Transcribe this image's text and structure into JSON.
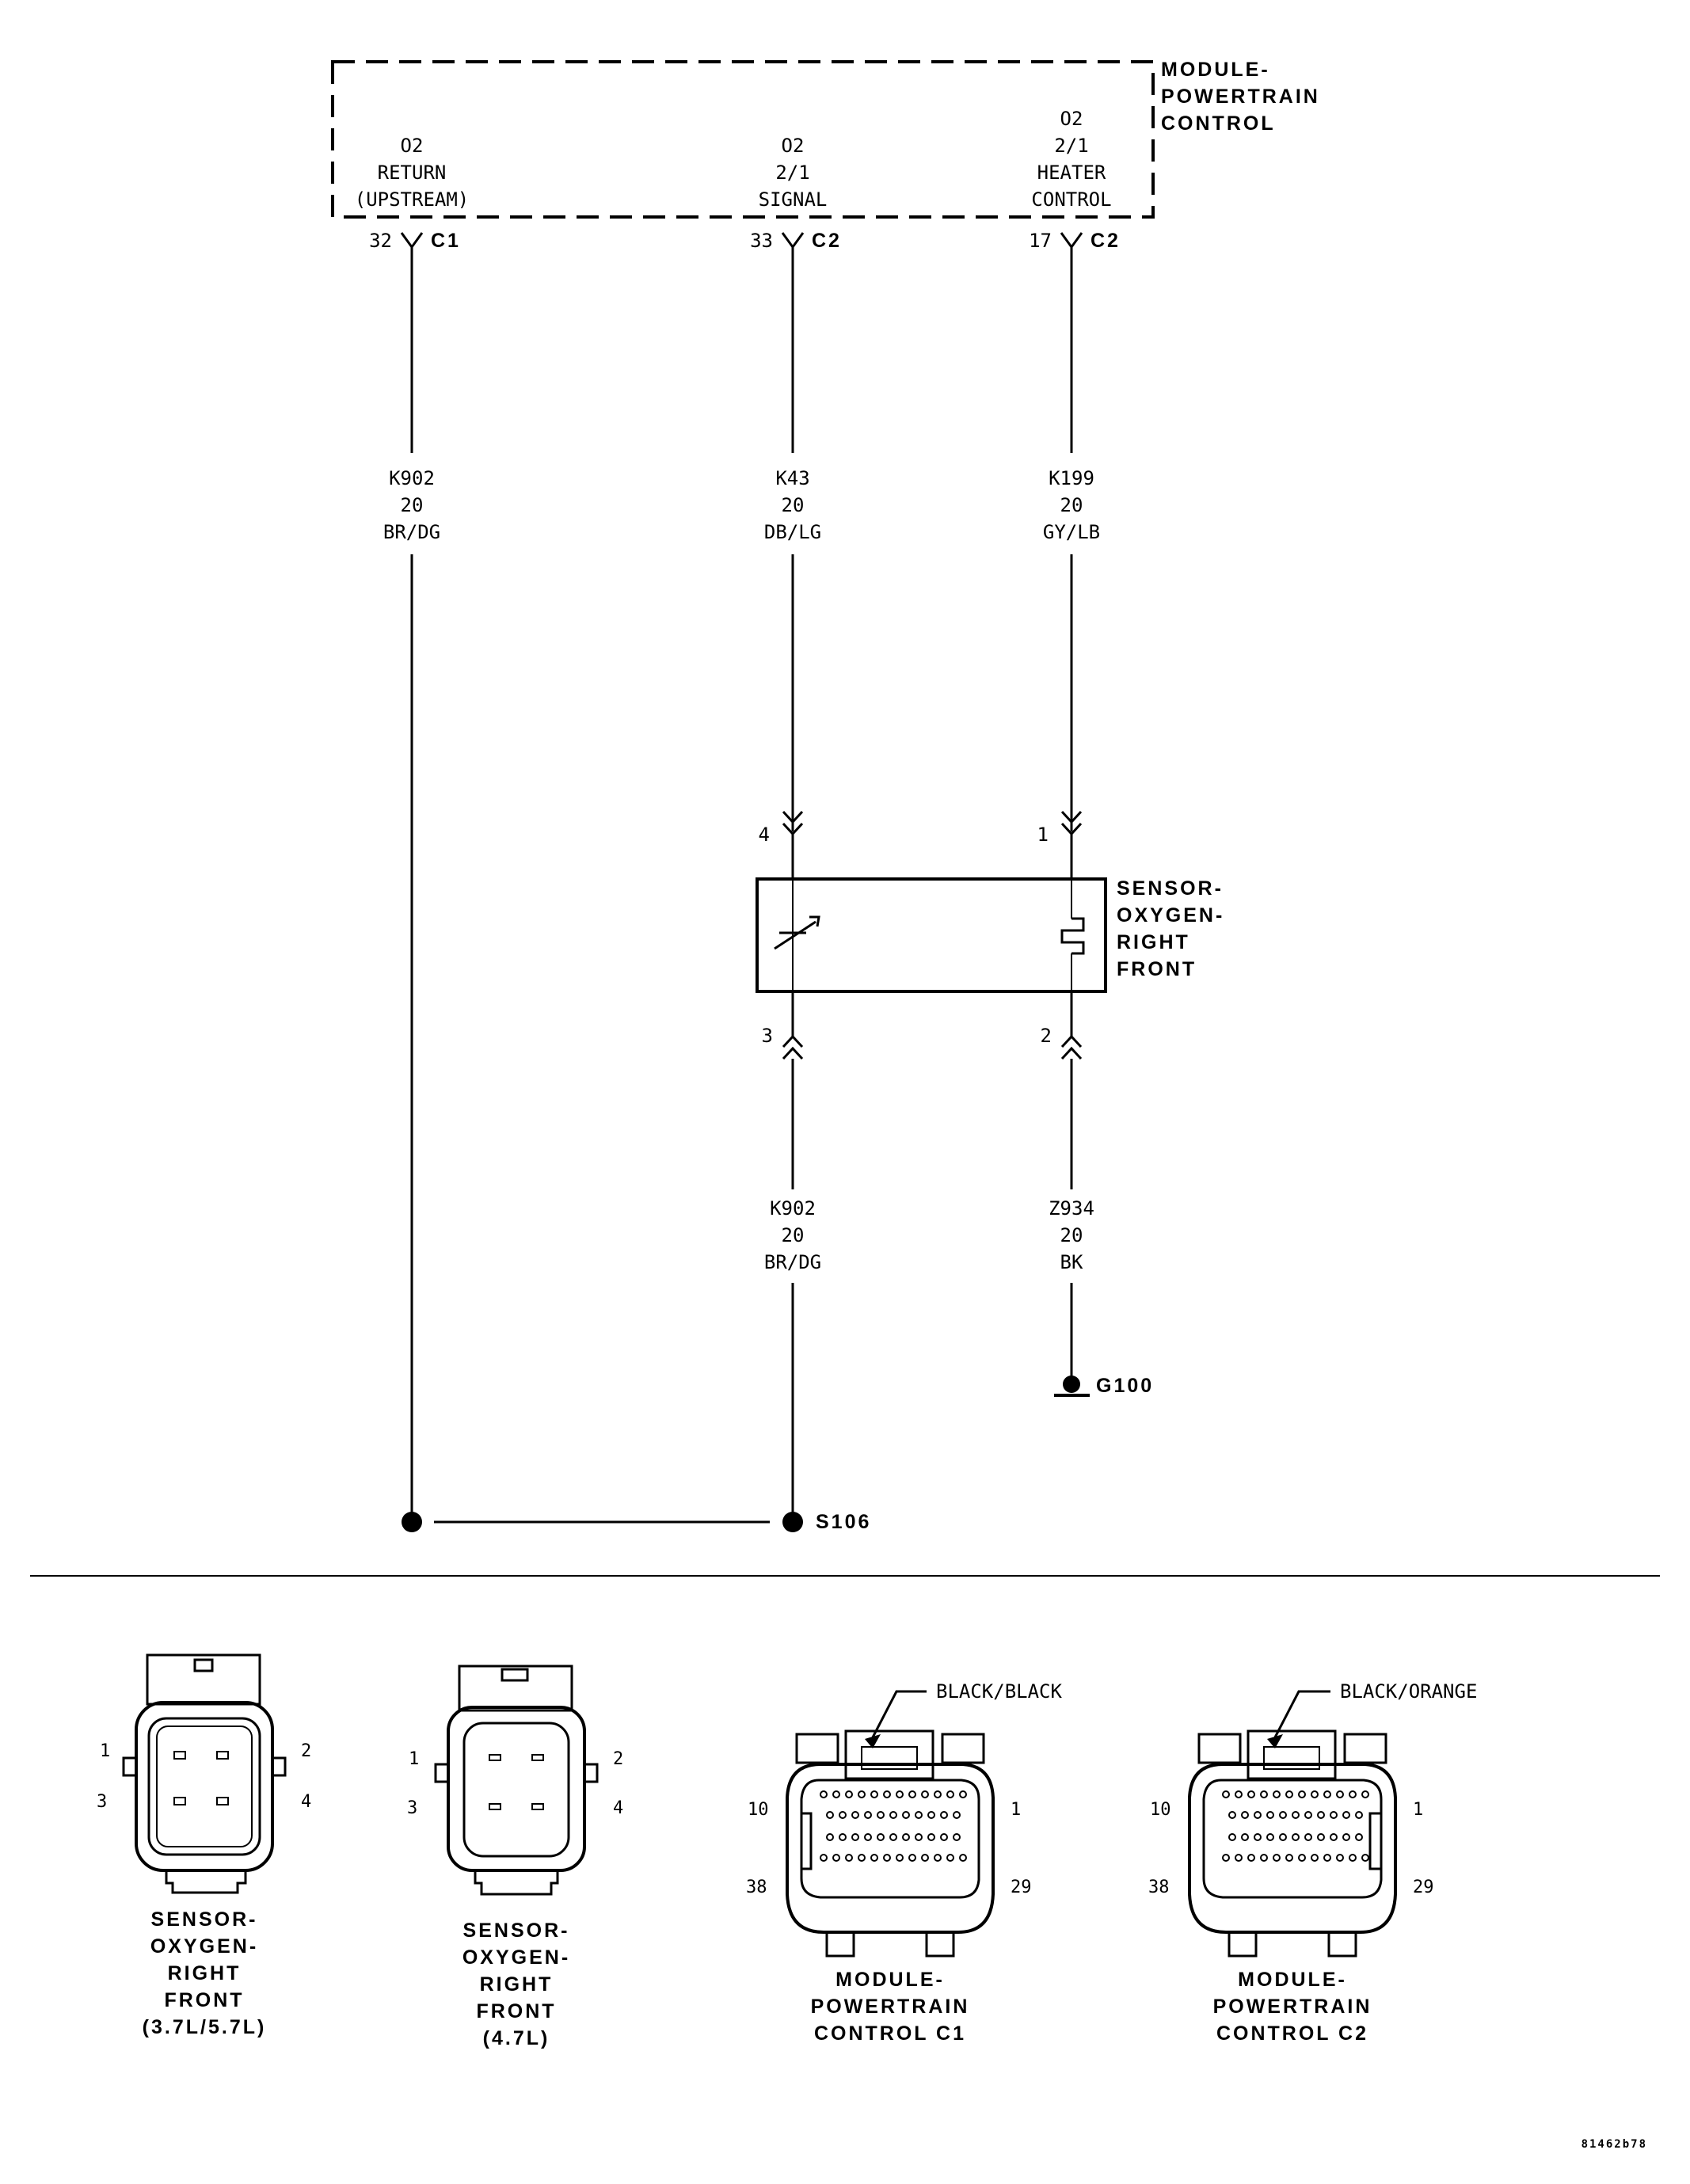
{
  "module": {
    "title_lines": [
      "MODULE-",
      "POWERTRAIN",
      "CONTROL"
    ],
    "pins": [
      {
        "lines": [
          "O2",
          "RETURN",
          "(UPSTREAM)"
        ],
        "cavity": "32",
        "connector": "C1"
      },
      {
        "lines": [
          "O2",
          "2/1",
          "SIGNAL"
        ],
        "cavity": "33",
        "connector": "C2"
      },
      {
        "lines": [
          "O2",
          "2/1",
          "HEATER",
          "CONTROL"
        ],
        "cavity": "17",
        "connector": "C2"
      }
    ]
  },
  "wires_upper": [
    {
      "lines": [
        "K902",
        "20",
        "BR/DG"
      ]
    },
    {
      "lines": [
        "K43",
        "20",
        "DB/LG"
      ]
    },
    {
      "lines": [
        "K199",
        "20",
        "GY/LB"
      ]
    }
  ],
  "sensor": {
    "title_lines": [
      "SENSOR-",
      "OXYGEN-",
      "RIGHT",
      "FRONT"
    ],
    "pins": {
      "signal_top": "4",
      "heater_top": "1",
      "signal_bottom": "3",
      "heater_bottom": "2"
    }
  },
  "wires_lower": [
    {
      "lines": [
        "K902",
        "20",
        "BR/DG"
      ]
    },
    {
      "lines": [
        "Z934",
        "20",
        "BK"
      ]
    }
  ],
  "ground": {
    "label": "G100"
  },
  "splice": {
    "label": "S106"
  },
  "connectors": [
    {
      "title_lines": [
        "SENSOR-",
        "OXYGEN-",
        "RIGHT",
        "FRONT",
        "(3.7L/5.7L)"
      ],
      "pins": [
        "1",
        "2",
        "3",
        "4"
      ]
    },
    {
      "title_lines": [
        "SENSOR-",
        "OXYGEN-",
        "RIGHT",
        "FRONT",
        "(4.7L)"
      ],
      "pins": [
        "1",
        "2",
        "3",
        "4"
      ]
    },
    {
      "title_lines": [
        "MODULE-",
        "POWERTRAIN",
        "CONTROL C1"
      ],
      "color": "BLACK/BLACK",
      "pins": [
        "10",
        "1",
        "38",
        "29"
      ]
    },
    {
      "title_lines": [
        "MODULE-",
        "POWERTRAIN",
        "CONTROL C2"
      ],
      "color": "BLACK/ORANGE",
      "pins": [
        "10",
        "1",
        "38",
        "29"
      ]
    }
  ],
  "figure_id": "81462b78"
}
